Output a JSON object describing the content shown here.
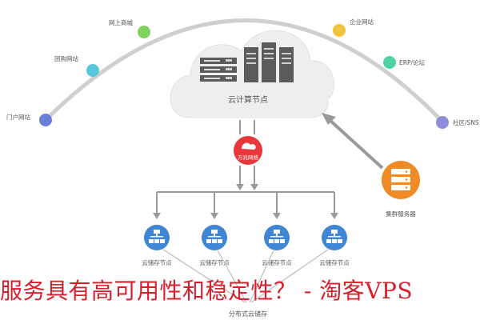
{
  "diagram": {
    "cloud_label": "云计算节点",
    "network_badge": "万兆网络",
    "arc_nodes": [
      {
        "label": "门户网站",
        "color": "#6a7fd8"
      },
      {
        "label": "团购网站",
        "color": "#56c7dd"
      },
      {
        "label": "网上商城",
        "color": "#7fd35f"
      },
      {
        "label": "企业网站",
        "color": "#f2c23a"
      },
      {
        "label": "ERP/论坛",
        "color": "#4fd3a3"
      },
      {
        "label": "社区/SNS",
        "color": "#8d8ddb"
      }
    ],
    "cluster_server_label": "集群服务器",
    "storage_nodes": [
      {
        "label": "云储存节点"
      },
      {
        "label": "云储存节点"
      },
      {
        "label": "云储存节点"
      },
      {
        "label": "云储存节点"
      }
    ],
    "distributed_storage_label": "分布式云储存",
    "colors": {
      "arc": "#cfcfcf",
      "cloud": "#eeeeee",
      "server": "#5b5b5b",
      "network_badge": "#e8383d",
      "storage_node": "#3f86d4",
      "cluster_server": "#f08a24"
    }
  },
  "caption": "服务具有高可用性和稳定性？ - 淘客VPS"
}
